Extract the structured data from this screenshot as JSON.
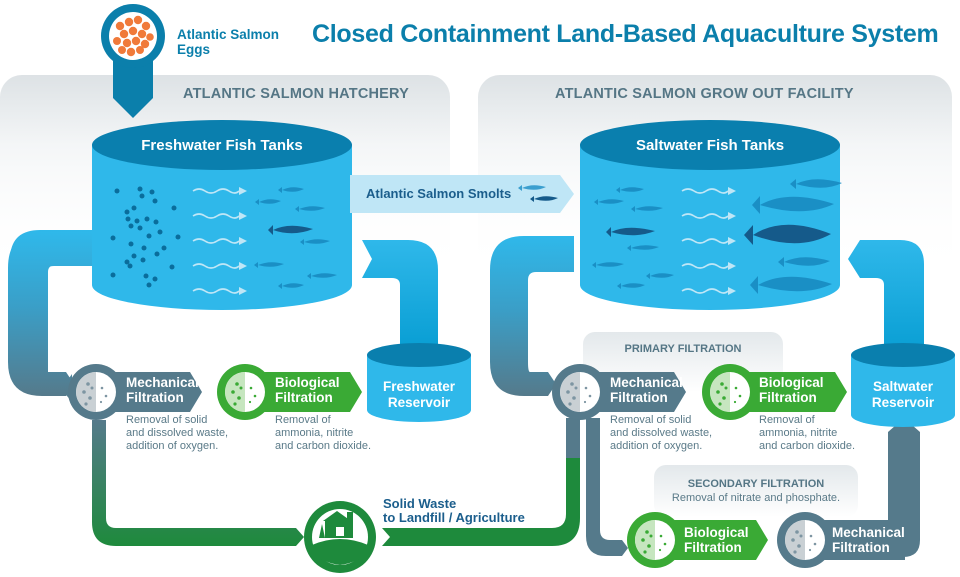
{
  "title": "Closed Containment Land-Based Aquaculture System",
  "eggs": {
    "label": "Atlantic Salmon Eggs",
    "line1": "Atlantic Salmon",
    "line2": "Eggs"
  },
  "hatchery": {
    "section_title": "ATLANTIC SALMON HATCHERY",
    "tank_title": "Freshwater Fish Tanks",
    "reservoir": {
      "line1": "Freshwater",
      "line2": "Reservoir"
    },
    "mechanical": {
      "line1": "Mechanical",
      "line2": "Filtration",
      "desc": [
        "Removal of solid",
        "and dissolved waste,",
        "addition of oxygen."
      ]
    },
    "biological": {
      "line1": "Biological",
      "line2": "Filtration",
      "desc": [
        "Removal of",
        "ammonia, nitrite",
        "and carbon dioxide."
      ]
    }
  },
  "smolts": {
    "label": "Atlantic Salmon Smolts"
  },
  "growout": {
    "section_title": "ATLANTIC SALMON GROW OUT FACILITY",
    "tank_title": "Saltwater Fish Tanks",
    "reservoir": {
      "line1": "Saltwater",
      "line2": "Reservoir"
    },
    "primary": {
      "title": "PRIMARY FILTRATION",
      "mechanical": {
        "line1": "Mechanical",
        "line2": "Filtration",
        "desc": [
          "Removal of solid",
          "and dissolved waste,",
          "addition of oxygen."
        ]
      },
      "biological": {
        "line1": "Biological",
        "line2": "Filtration",
        "desc": [
          "Removal of",
          "ammonia, nitrite",
          "and carbon dioxide."
        ]
      }
    },
    "secondary": {
      "title": "SECONDARY FILTRATION",
      "subtitle": "Removal of nitrate and phosphate.",
      "biological": {
        "line1": "Biological",
        "line2": "Filtration"
      },
      "mechanical": {
        "line1": "Mechanical",
        "line2": "Filtration"
      }
    }
  },
  "waste": {
    "line1": "Solid Waste",
    "line2": "to Landfill / Agriculture"
  },
  "colors": {
    "title_blue": "#0b7fab",
    "tank_top": "#0a7fae",
    "tank_body": "#2fb8ea",
    "slate": "#557a8b",
    "green": "#3aaa35",
    "dark_green": "#1e8a3c",
    "egg_orange": "#f07a3a",
    "panel_gray": "#e9ecee",
    "smolts_bg": "#bfe6f6",
    "label_navy": "#1b5e8c"
  }
}
